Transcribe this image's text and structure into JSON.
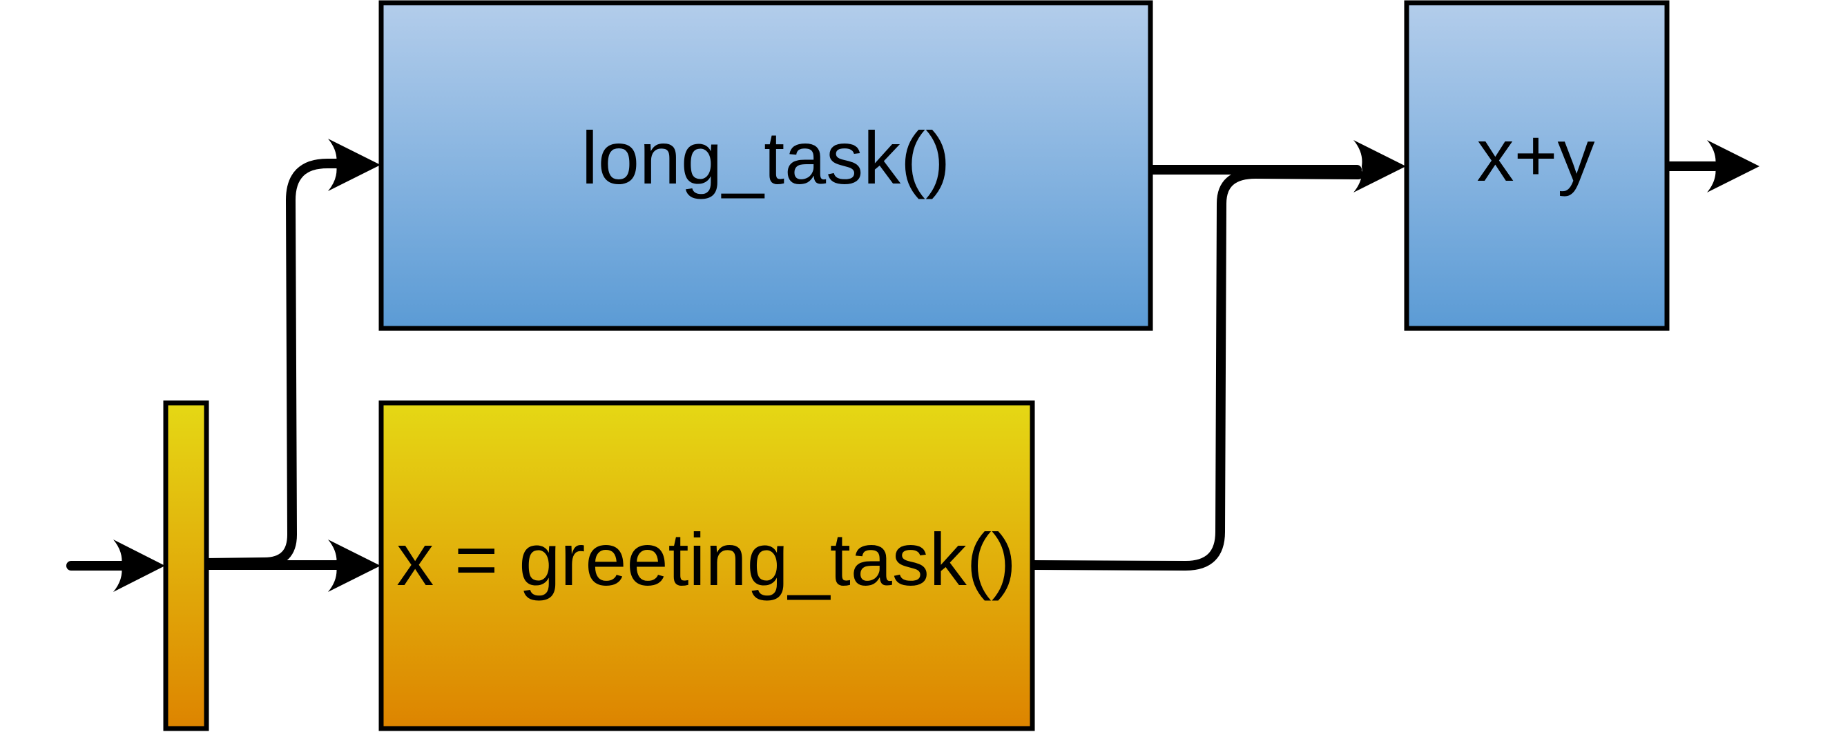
{
  "nodes": {
    "long_task": {
      "label": "long_task()"
    },
    "greeting_task": {
      "label": "x = greeting_task()"
    },
    "sum": {
      "label": "x+y"
    }
  },
  "colors": {
    "blue_top": "#b3cdeb",
    "blue_bottom": "#5b9bd5",
    "yellow_top": "#e5d815",
    "yellow_bottom": "#dd8400",
    "stroke": "#000000",
    "background": "#ffffff"
  }
}
